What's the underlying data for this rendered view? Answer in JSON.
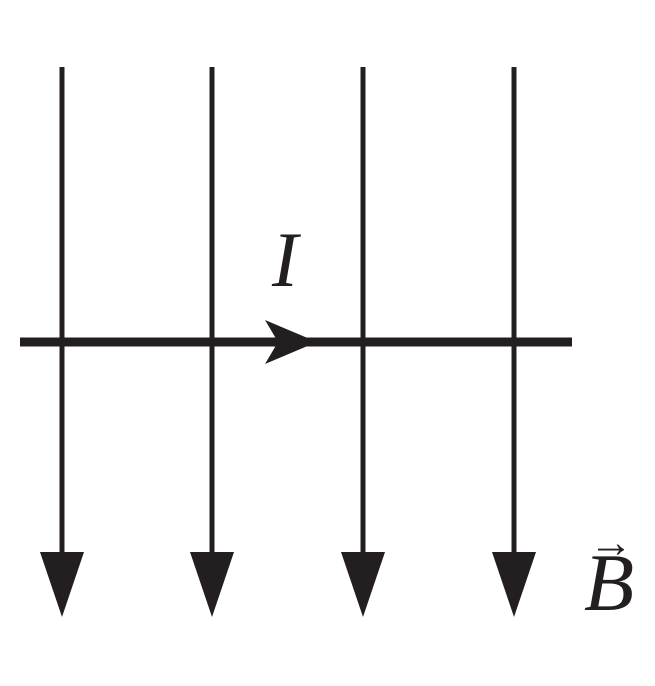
{
  "diagram": {
    "current_label": "I",
    "field_label": "B",
    "field_vector_arrow": "→",
    "colors": {
      "ink": "#231f20",
      "background": "#ffffff"
    },
    "field_lines": {
      "count": 4,
      "direction": "down"
    },
    "wire": {
      "orientation": "horizontal",
      "current_direction": "right"
    }
  }
}
